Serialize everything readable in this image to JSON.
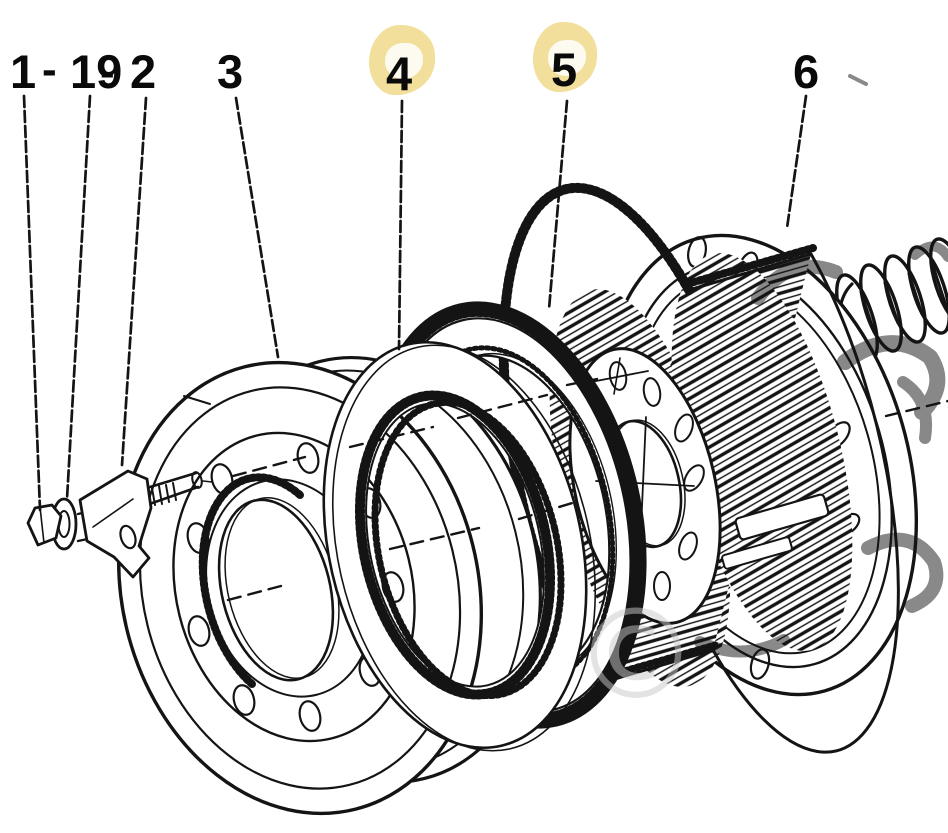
{
  "diagram": {
    "background": "#ffffff",
    "line_color": "#141414",
    "highlight_color": "#f1df9b",
    "watermark": {
      "glyph": "©"
    },
    "callouts": {
      "c1": {
        "text": "1",
        "highlighted": false
      },
      "sep_a": {
        "text": "-"
      },
      "c19": {
        "text": "19",
        "highlighted": false
      },
      "sep_b": {
        "text": "-"
      },
      "c2": {
        "text": "2",
        "highlighted": false
      },
      "c3": {
        "text": "3",
        "highlighted": false
      },
      "c4": {
        "text": "4",
        "highlighted": true
      },
      "c5": {
        "text": "5",
        "highlighted": true
      },
      "c6": {
        "text": "6",
        "highlighted": false
      }
    },
    "parts": [
      {
        "callout": "1",
        "name": "hex-bolt"
      },
      {
        "callout": "19",
        "name": "washer"
      },
      {
        "callout": "2",
        "name": "anchor-pin-bracket"
      },
      {
        "callout": "3",
        "name": "drum"
      },
      {
        "callout": "4",
        "name": "serrated-inner-disc"
      },
      {
        "callout": "5",
        "name": "outer-toothed-ring"
      },
      {
        "callout": "6",
        "name": "splined-gear-hub"
      }
    ]
  }
}
